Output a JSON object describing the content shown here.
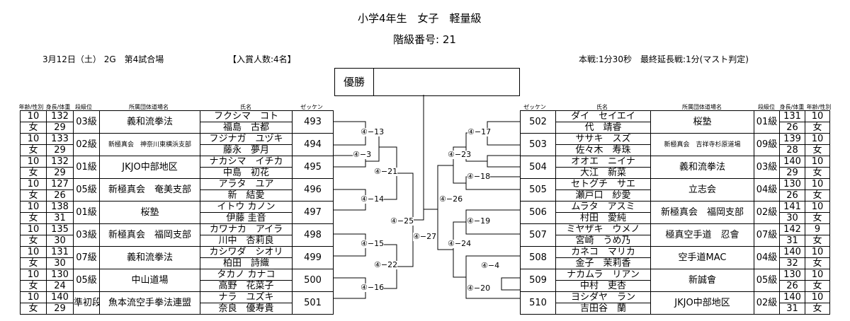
{
  "title": "小学4年生　女子　軽量級",
  "class_number": "階級番号: 21",
  "date_info": "3月12日（土） 2G　第4試合場",
  "award_count": "【入賞人数:4名】",
  "rules": "本戦:1分30秒　最終延長戦:1分(マスト判定)",
  "winner_label": "優勝",
  "column_headers": {
    "age_sex": "年齢/性別",
    "height_weight": "身長/体重",
    "grade": "段級位",
    "dojo": "所属団体道場名",
    "name": "氏名",
    "zekken": "ゼッケン"
  },
  "left_entries": [
    {
      "age": "10",
      "sex": "女",
      "height": "132",
      "weight": "29",
      "grade": "03級",
      "dojo": "義和流拳法",
      "kana": "フクシマ　コト",
      "kanji": "福島　古都",
      "zekken": "493"
    },
    {
      "age": "10",
      "sex": "女",
      "height": "133",
      "weight": "29",
      "grade": "02級",
      "dojo": "新極真会　神奈川東横浜支部",
      "kana": "フジナガ　ユヅキ",
      "kanji": "藤永　夢月",
      "zekken": "494"
    },
    {
      "age": "10",
      "sex": "女",
      "height": "132",
      "weight": "29",
      "grade": "01級",
      "dojo": "JKJO中部地区",
      "kana": "ナカシマ　イチカ",
      "kanji": "中島　初花",
      "zekken": "495"
    },
    {
      "age": "10",
      "sex": "女",
      "height": "127",
      "weight": "26",
      "grade": "05級",
      "dojo": "新極真会　奄美支部",
      "kana": "アラタ　ユア",
      "kanji": "新　結愛",
      "zekken": "496"
    },
    {
      "age": "10",
      "sex": "女",
      "height": "138",
      "weight": "31",
      "grade": "01級",
      "dojo": "桜塾",
      "kana": "イトウ カノン",
      "kanji": "伊藤 圭音",
      "zekken": "497"
    },
    {
      "age": "10",
      "sex": "女",
      "height": "135",
      "weight": "30",
      "grade": "03級",
      "dojo": "新極真会　福岡支部",
      "kana": "カワナカ　アイラ",
      "kanji": "川中　杏莉良",
      "zekken": "498"
    },
    {
      "age": "10",
      "sex": "女",
      "height": "131",
      "weight": "30",
      "grade": "07級",
      "dojo": "義和流拳法",
      "kana": "カシワダ　シオリ",
      "kanji": "柏田　詩織",
      "zekken": "499"
    },
    {
      "age": "10",
      "sex": "女",
      "height": "130",
      "weight": "24",
      "grade": "05級",
      "dojo": "中山道場",
      "kana": "タカノ カナコ",
      "kanji": "高野　花菜子",
      "zekken": "500"
    },
    {
      "age": "10",
      "sex": "女",
      "height": "140",
      "weight": "29",
      "grade": "準初段",
      "dojo": "魚本流空手拳法連盟",
      "kana": "ナラ　ユズキ",
      "kanji": "奈良　優寿貴",
      "zekken": "501"
    }
  ],
  "right_entries": [
    {
      "zekken": "502",
      "kana": "ダイ　セイエイ",
      "kanji": "代　靖睿",
      "dojo": "桜塾",
      "grade": "01級",
      "height": "131",
      "weight": "26",
      "age": "10",
      "sex": "女"
    },
    {
      "zekken": "503",
      "kana": "ササキ　スズ",
      "kanji": "佐々木　寿珠",
      "dojo": "新極真会　吉祥寺杉原道場",
      "grade": "09級",
      "height": "139",
      "weight": "28",
      "age": "10",
      "sex": "女"
    },
    {
      "zekken": "504",
      "kana": "オオエ　ニイナ",
      "kanji": "大江　新菜",
      "dojo": "義和流拳法",
      "grade": "03級",
      "height": "140",
      "weight": "29",
      "age": "10",
      "sex": "女"
    },
    {
      "zekken": "505",
      "kana": "セトグチ　サエ",
      "kanji": "瀬戸口　紗愛",
      "dojo": "立志会",
      "grade": "04級",
      "height": "130",
      "weight": "26",
      "age": "10",
      "sex": "女"
    },
    {
      "zekken": "506",
      "kana": "ムラタ　アスミ",
      "kanji": "村田　愛純",
      "dojo": "新極真会　福岡支部",
      "grade": "02級",
      "height": "141",
      "weight": "30",
      "age": "10",
      "sex": "女"
    },
    {
      "zekken": "507",
      "kana": "ミヤザキ　ウメノ",
      "kanji": "宮崎　うめ乃",
      "dojo": "極真空手道　忍會",
      "grade": "07級",
      "height": "142",
      "weight": "31",
      "age": "9",
      "sex": "女"
    },
    {
      "zekken": "508",
      "kana": "カネコ　マリカ",
      "kanji": "金子　茉莉香",
      "dojo": "空手道MAC",
      "grade": "04級",
      "height": "140",
      "weight": "32",
      "age": "10",
      "sex": "女"
    },
    {
      "zekken": "509",
      "kana": "ナカムラ　リアン",
      "kanji": "中村　吏杏",
      "dojo": "新誠會",
      "grade": "05級",
      "height": "130",
      "weight": "26",
      "age": "10",
      "sex": "女"
    },
    {
      "zekken": "510",
      "kana": "ヨシダヤ　ラン",
      "kanji": "吉田谷　蘭",
      "dojo": "JKJO中部地区",
      "grade": "02級",
      "height": "140",
      "weight": "31",
      "age": "10",
      "sex": "女"
    }
  ],
  "matches": {
    "m1": "④−13",
    "m2": "④−3",
    "m3": "④−14",
    "m4": "④−15",
    "m5": "④−16",
    "m6": "④−21",
    "m7": "④−22",
    "m8": "④−25",
    "m9": "④−27",
    "m10": "④−26",
    "m11": "④−17",
    "m12": "④−18",
    "m13": "④−23",
    "m14": "④−19",
    "m15": "④−24",
    "m16": "④−4",
    "m17": "④−20"
  }
}
